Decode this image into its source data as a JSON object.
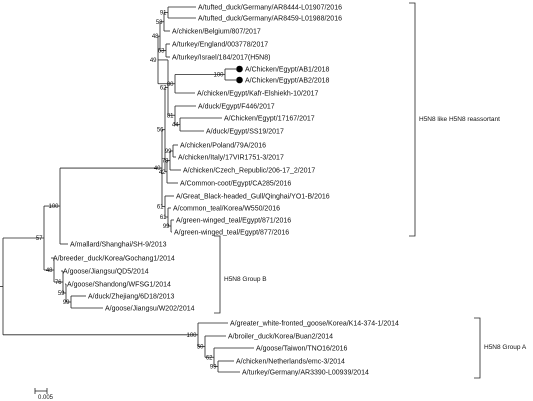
{
  "taxa": [
    {
      "id": "t1",
      "label": "A/tufted_duck/Germany/AR8444-L01907/2016"
    },
    {
      "id": "t2",
      "label": "A/tufted_duck/Germany/AR8459-L01988/2016"
    },
    {
      "id": "t3",
      "label": "A/chicken/Belgium/807/2017"
    },
    {
      "id": "t4",
      "label": "A/turkey/England/003778/2017"
    },
    {
      "id": "t5",
      "label": "A/turkey/Israel/184/2017(H5N8)"
    },
    {
      "id": "t6",
      "label": "A/Chicken/Egypt/AB1/2018",
      "marked": true
    },
    {
      "id": "t7",
      "label": "A/Chicken/Egypt/AB2/2018",
      "marked": true
    },
    {
      "id": "t8",
      "label": "A/chicken/Egypt/Kafr-Elshiekh-10/2017"
    },
    {
      "id": "t9",
      "label": "A/duck/Egypt/F446/2017"
    },
    {
      "id": "t10",
      "label": "A/Chicken/Egypt/17167/2017"
    },
    {
      "id": "t11",
      "label": "A/duck/Egypt/SS19/2017"
    },
    {
      "id": "t12",
      "label": "A/chicken/Poland/79A/2016"
    },
    {
      "id": "t13",
      "label": "A/chicken/Italy/17VIR1751-3/2017"
    },
    {
      "id": "t14",
      "label": "A/chicken/Czech_Republic/206-17_2/2017"
    },
    {
      "id": "t15",
      "label": "A/Common-coot/Egypt/CA285/2016"
    },
    {
      "id": "t16",
      "label": "A/Great_Black-headed_Gull/Qinghai/YO1-B/2016"
    },
    {
      "id": "t17",
      "label": "A/common_teal/Korea/W550/2016"
    },
    {
      "id": "t18",
      "label": "A/green-winged_teal/Egypt/871/2016"
    },
    {
      "id": "t19",
      "label": "A/green-winged_teal/Egypt/877/2016"
    },
    {
      "id": "t20",
      "label": "A/mallard/Shanghai/SH-9/2013"
    },
    {
      "id": "t21",
      "label": "A/breeder_duck/Korea/Gochang1/2014"
    },
    {
      "id": "t22",
      "label": "A/goose/Jiangsu/QD5/2014"
    },
    {
      "id": "t23",
      "label": "A/goose/Shandong/WFSG1/2014"
    },
    {
      "id": "t24",
      "label": "A/duck/Zhejiang/6D18/2013"
    },
    {
      "id": "t25",
      "label": "A/goose/Jiangsu/W202/2014"
    },
    {
      "id": "t26",
      "label": "A/greater_white-fronted_goose/Korea/K14-374-1/2014"
    },
    {
      "id": "t27",
      "label": "A/broiler_duck/Korea/Buan2/2014"
    },
    {
      "id": "t28",
      "label": "A/goose/Taiwon/TNO16/2016"
    },
    {
      "id": "t29",
      "label": "A/chicken/Netherlands/emc-3/2014"
    },
    {
      "id": "t30",
      "label": "A/turkey/Germany/AR3390-L00939/2014"
    }
  ],
  "bootstrap": [
    {
      "id": "n2",
      "value": "91"
    },
    {
      "id": "n3",
      "value": "58"
    },
    {
      "id": "n4",
      "value": "63"
    },
    {
      "id": "n5",
      "value": "48"
    },
    {
      "id": "n8",
      "value": "100"
    },
    {
      "id": "n7",
      "value": "80"
    },
    {
      "id": "n9",
      "value": "49"
    },
    {
      "id": "n11",
      "value": "44"
    },
    {
      "id": "n10",
      "value": "81"
    },
    {
      "id": "n12",
      "value": "62"
    },
    {
      "id": "n13",
      "value": "56"
    },
    {
      "id": "n14",
      "value": "99"
    },
    {
      "id": "n15",
      "value": "78"
    },
    {
      "id": "n16",
      "value": "42"
    },
    {
      "id": "n17",
      "value": "40"
    },
    {
      "id": "n18",
      "value": "99"
    },
    {
      "id": "n19",
      "value": "61"
    },
    {
      "id": "n20",
      "value": "61"
    },
    {
      "id": "n22",
      "value": "100"
    },
    {
      "id": "n26",
      "value": "99"
    },
    {
      "id": "n27",
      "value": "59"
    },
    {
      "id": "n28",
      "value": "76"
    },
    {
      "id": "n29",
      "value": "48"
    },
    {
      "id": "n30",
      "value": "57"
    },
    {
      "id": "n33",
      "value": "99"
    },
    {
      "id": "n34",
      "value": "62"
    },
    {
      "id": "n35",
      "value": "50"
    },
    {
      "id": "n36",
      "value": "100"
    }
  ],
  "groups": [
    {
      "id": "g1",
      "label": "H5N8 like  H5N8 reassortant"
    },
    {
      "id": "g2",
      "label": "H5N8 Group B"
    },
    {
      "id": "g3",
      "label": "H5N8 Group A"
    }
  ],
  "scale_bar": {
    "label": "0.005"
  }
}
